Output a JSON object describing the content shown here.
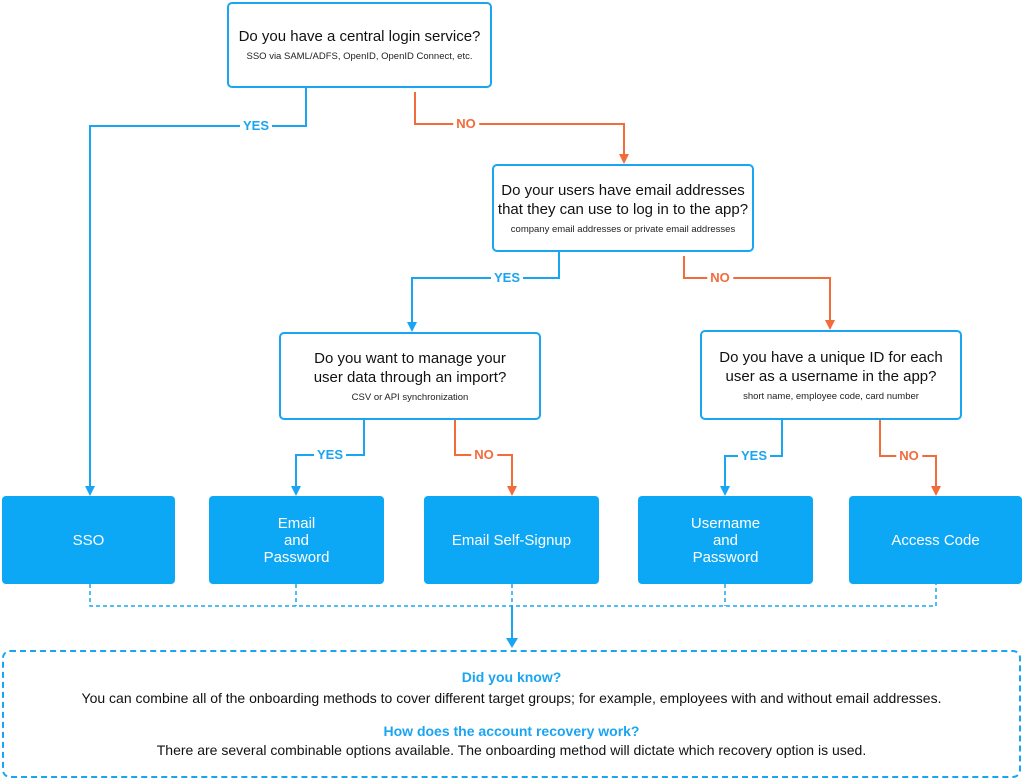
{
  "questions": {
    "q1": {
      "title": "Do you have a central login service?",
      "sub": "SSO via SAML/ADFS, OpenID, OpenID Connect, etc."
    },
    "q2": {
      "title_line1": "Do your users have email addresses",
      "title_line2": "that they can use to log in to the app?",
      "sub": "company email addresses or private email addresses"
    },
    "q3": {
      "title_line1": "Do you want to manage your",
      "title_line2": "user data through an import?",
      "sub": "CSV or API synchronization"
    },
    "q4": {
      "title_line1": "Do you have a unique ID for each",
      "title_line2": "user as a username in the app?",
      "sub": "short name, employee code, card number"
    }
  },
  "results": {
    "sso": "SSO",
    "email_password": "Email\nand\nPassword",
    "email_signup": "Email Self-Signup",
    "username_password": "Username\nand\nPassword",
    "access_code": "Access Code"
  },
  "labels": {
    "yes": "YES",
    "no": "NO"
  },
  "info": {
    "heading1": "Did you know?",
    "text1": "You can combine all of the onboarding methods to cover different target groups; for example, employees with and without email addresses.",
    "heading2": "How does the account recovery work?",
    "text2": "There are several combinable options available. The onboarding method will dictate which recovery option is used."
  },
  "colors": {
    "yes": "#1aa5f2",
    "no": "#f26b3a",
    "result_fill": "#0ca8f5"
  }
}
